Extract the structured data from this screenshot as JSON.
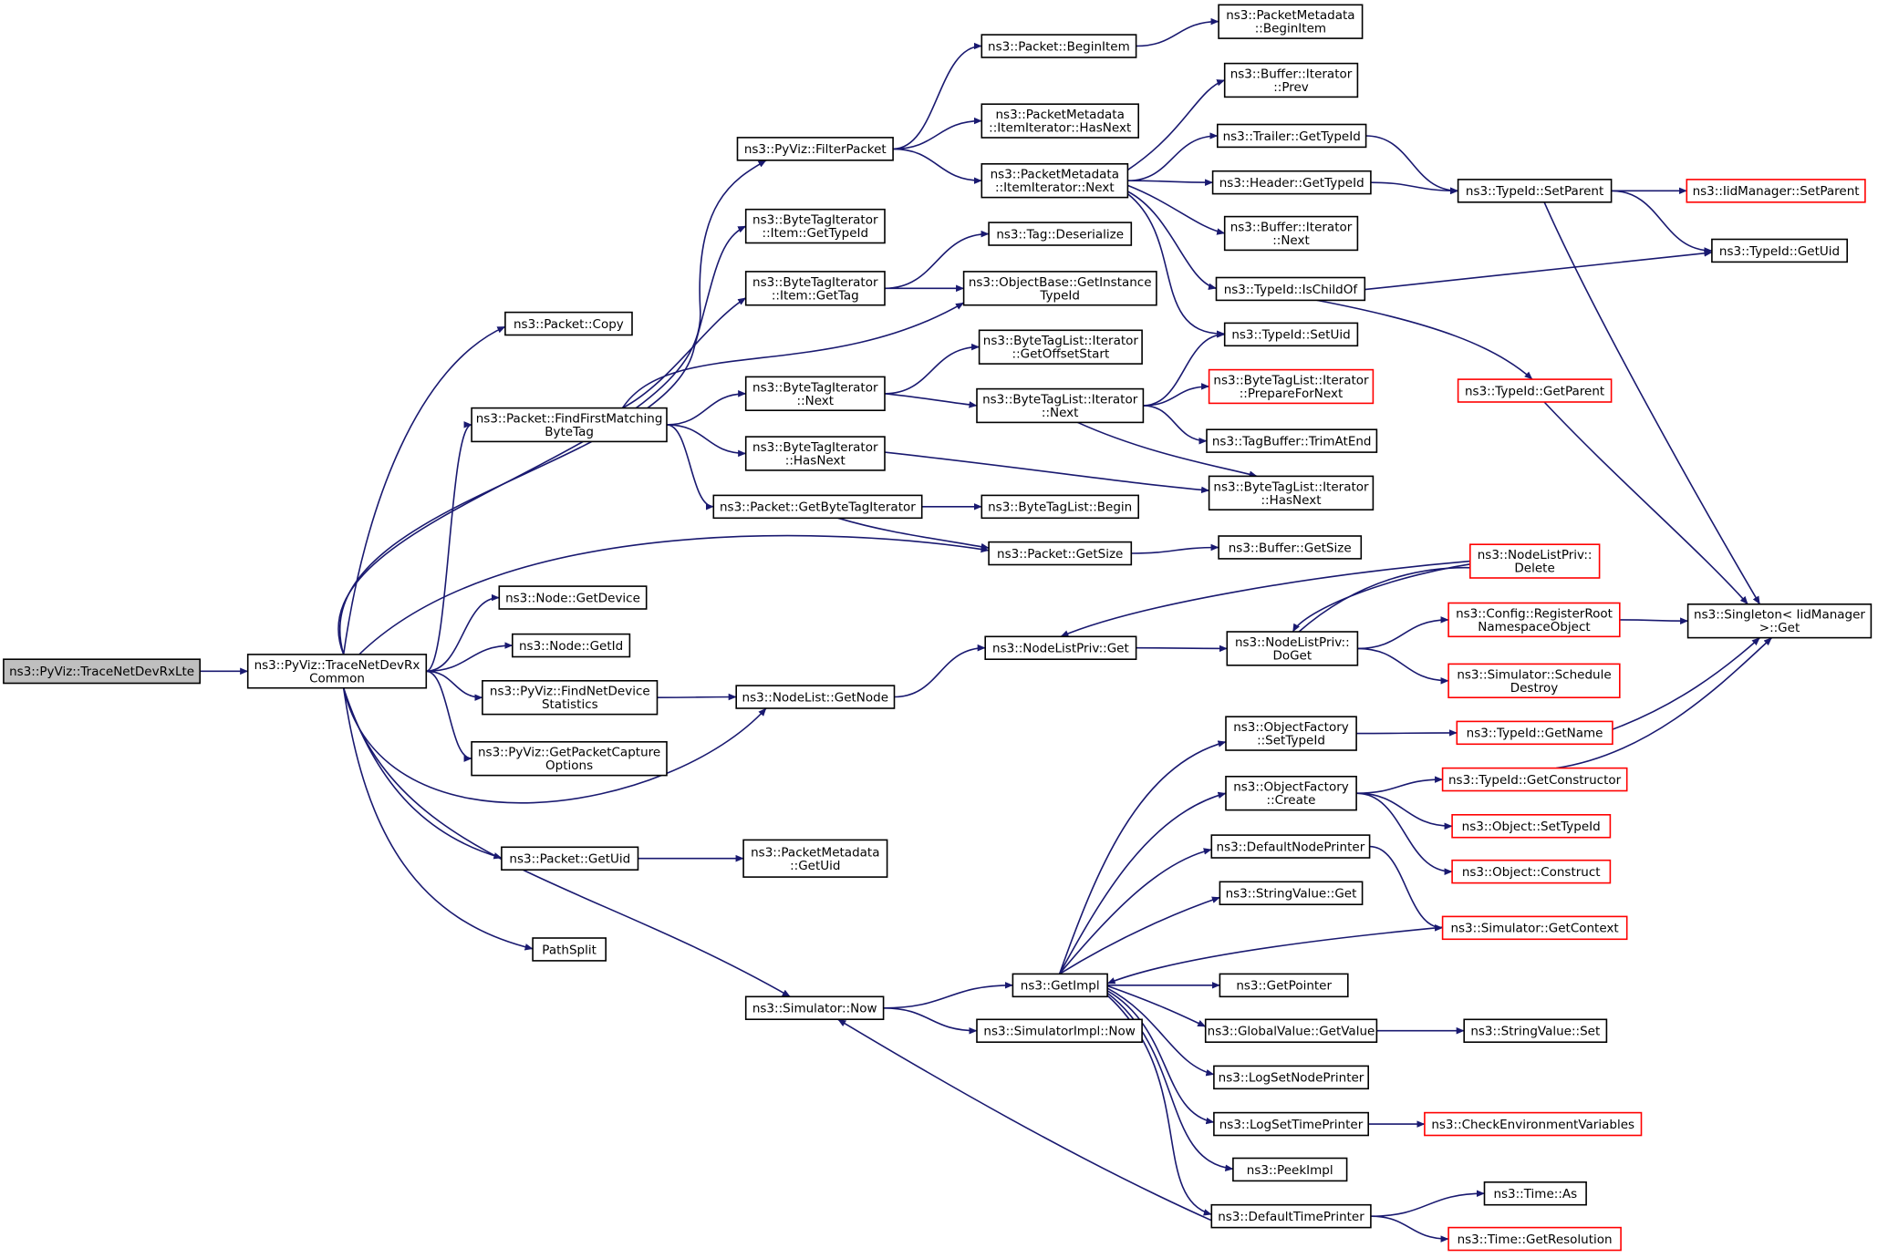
{
  "diagram": {
    "title": "",
    "nodes": [
      {
        "id": "root",
        "label": [
          "ns3::PyViz::TraceNetDevRxLte"
        ],
        "style": "root"
      },
      {
        "id": "common",
        "label": [
          "ns3::PyViz::TraceNetDevRx",
          "Common"
        ],
        "style": "normal"
      },
      {
        "id": "copy",
        "label": [
          "ns3::Packet::Copy"
        ],
        "style": "normal"
      },
      {
        "id": "ffmbt",
        "label": [
          "ns3::Packet::FindFirstMatching",
          "ByteTag"
        ],
        "style": "normal"
      },
      {
        "id": "getdevice",
        "label": [
          "ns3::Node::GetDevice"
        ],
        "style": "normal"
      },
      {
        "id": "getid",
        "label": [
          "ns3::Node::GetId"
        ],
        "style": "normal"
      },
      {
        "id": "findnds",
        "label": [
          "ns3::PyViz::FindNetDevice",
          "Statistics"
        ],
        "style": "normal"
      },
      {
        "id": "gpco",
        "label": [
          "ns3::PyViz::GetPacketCapture",
          "Options"
        ],
        "style": "normal"
      },
      {
        "id": "getuid",
        "label": [
          "ns3::Packet::GetUid"
        ],
        "style": "normal"
      },
      {
        "id": "pathsplit",
        "label": [
          "PathSplit"
        ],
        "style": "normal"
      },
      {
        "id": "filterpacket",
        "label": [
          "ns3::PyViz::FilterPacket"
        ],
        "style": "normal"
      },
      {
        "id": "btiitemgettypeid",
        "label": [
          "ns3::ByteTagIterator",
          "::Item::GetTypeId"
        ],
        "style": "normal"
      },
      {
        "id": "btiitemgettag",
        "label": [
          "ns3::ByteTagIterator",
          "::Item::GetTag"
        ],
        "style": "normal"
      },
      {
        "id": "btinext",
        "label": [
          "ns3::ByteTagIterator",
          "::Next"
        ],
        "style": "normal"
      },
      {
        "id": "btihasnext",
        "label": [
          "ns3::ByteTagIterator",
          "::HasNext"
        ],
        "style": "normal"
      },
      {
        "id": "getbti",
        "label": [
          "ns3::Packet::GetByteTagIterator"
        ],
        "style": "normal"
      },
      {
        "id": "getsize",
        "label": [
          "ns3::Packet::GetSize"
        ],
        "style": "normal"
      },
      {
        "id": "nodelistgetnode",
        "label": [
          "ns3::NodeList::GetNode"
        ],
        "style": "normal"
      },
      {
        "id": "pmgetuid",
        "label": [
          "ns3::PacketMetadata",
          "::GetUid"
        ],
        "style": "normal"
      },
      {
        "id": "simnow",
        "label": [
          "ns3::Simulator::Now"
        ],
        "style": "normal"
      },
      {
        "id": "beginitem",
        "label": [
          "ns3::Packet::BeginItem"
        ],
        "style": "normal"
      },
      {
        "id": "pmiihasnext",
        "label": [
          "ns3::PacketMetadata",
          "::ItemIterator::HasNext"
        ],
        "style": "normal"
      },
      {
        "id": "pmiinext",
        "label": [
          "ns3::PacketMetadata",
          "::ItemIterator::Next"
        ],
        "style": "normal"
      },
      {
        "id": "tagdeser",
        "label": [
          "ns3::Tag::Deserialize"
        ],
        "style": "normal"
      },
      {
        "id": "obgit",
        "label": [
          "ns3::ObjectBase::GetInstance",
          "TypeId"
        ],
        "style": "normal"
      },
      {
        "id": "btlitgos",
        "label": [
          "ns3::ByteTagList::Iterator",
          "::GetOffsetStart"
        ],
        "style": "normal"
      },
      {
        "id": "btlitnext",
        "label": [
          "ns3::ByteTagList::Iterator",
          "::Next"
        ],
        "style": "normal"
      },
      {
        "id": "btlbegin",
        "label": [
          "ns3::ByteTagList::Begin"
        ],
        "style": "normal"
      },
      {
        "id": "nlpget",
        "label": [
          "ns3::NodeListPriv::Get"
        ],
        "style": "normal"
      },
      {
        "id": "getimpl",
        "label": [
          "ns3::GetImpl"
        ],
        "style": "normal"
      },
      {
        "id": "simimplnow",
        "label": [
          "ns3::SimulatorImpl::Now"
        ],
        "style": "normal"
      },
      {
        "id": "pmbeginitem",
        "label": [
          "ns3::PacketMetadata",
          "::BeginItem"
        ],
        "style": "normal"
      },
      {
        "id": "bufitprev",
        "label": [
          "ns3::Buffer::Iterator",
          "::Prev"
        ],
        "style": "normal"
      },
      {
        "id": "trailergettypeid",
        "label": [
          "ns3::Trailer::GetTypeId"
        ],
        "style": "normal"
      },
      {
        "id": "headergettypeid",
        "label": [
          "ns3::Header::GetTypeId"
        ],
        "style": "normal"
      },
      {
        "id": "bufitnext",
        "label": [
          "ns3::Buffer::Iterator",
          "::Next"
        ],
        "style": "normal"
      },
      {
        "id": "ischildof",
        "label": [
          "ns3::TypeId::IsChildOf"
        ],
        "style": "normal"
      },
      {
        "id": "setuid",
        "label": [
          "ns3::TypeId::SetUid"
        ],
        "style": "normal"
      },
      {
        "id": "btlitpfn",
        "label": [
          "ns3::ByteTagList::Iterator",
          "::PrepareForNext"
        ],
        "style": "red"
      },
      {
        "id": "tagbuftrim",
        "label": [
          "ns3::TagBuffer::TrimAtEnd"
        ],
        "style": "normal"
      },
      {
        "id": "btlithasnext",
        "label": [
          "ns3::ByteTagList::Iterator",
          "::HasNext"
        ],
        "style": "normal"
      },
      {
        "id": "bufgetsize",
        "label": [
          "ns3::Buffer::GetSize"
        ],
        "style": "normal"
      },
      {
        "id": "nlpdoget",
        "label": [
          "ns3::NodeListPriv::",
          "DoGet"
        ],
        "style": "normal"
      },
      {
        "id": "ofsettypeid",
        "label": [
          "ns3::ObjectFactory",
          "::SetTypeId"
        ],
        "style": "normal"
      },
      {
        "id": "ofcreate",
        "label": [
          "ns3::ObjectFactory",
          "::Create"
        ],
        "style": "normal"
      },
      {
        "id": "defnodeprinter",
        "label": [
          "ns3::DefaultNodePrinter"
        ],
        "style": "normal"
      },
      {
        "id": "stringvalueget",
        "label": [
          "ns3::StringValue::Get"
        ],
        "style": "normal"
      },
      {
        "id": "getpointer",
        "label": [
          "ns3::GetPointer"
        ],
        "style": "normal"
      },
      {
        "id": "gvgetvalue",
        "label": [
          "ns3::GlobalValue::GetValue"
        ],
        "style": "normal"
      },
      {
        "id": "logsetnodeprinter",
        "label": [
          "ns3::LogSetNodePrinter"
        ],
        "style": "normal"
      },
      {
        "id": "logsettimeprinter",
        "label": [
          "ns3::LogSetTimePrinter"
        ],
        "style": "normal"
      },
      {
        "id": "peekimpl",
        "label": [
          "ns3::PeekImpl"
        ],
        "style": "normal"
      },
      {
        "id": "deftimeprinter",
        "label": [
          "ns3::DefaultTimePrinter"
        ],
        "style": "normal"
      },
      {
        "id": "setparent",
        "label": [
          "ns3::TypeId::SetParent"
        ],
        "style": "normal"
      },
      {
        "id": "getparent",
        "label": [
          "ns3::TypeId::GetParent"
        ],
        "style": "red"
      },
      {
        "id": "nlpdelete",
        "label": [
          "ns3::NodeListPriv::",
          "Delete"
        ],
        "style": "red"
      },
      {
        "id": "cfgregroot",
        "label": [
          "ns3::Config::RegisterRoot",
          "NamespaceObject"
        ],
        "style": "red"
      },
      {
        "id": "simschedestroy",
        "label": [
          "ns3::Simulator::Schedule",
          "Destroy"
        ],
        "style": "red"
      },
      {
        "id": "typeidgetname",
        "label": [
          "ns3::TypeId::GetName"
        ],
        "style": "red"
      },
      {
        "id": "typeidgetctor",
        "label": [
          "ns3::TypeId::GetConstructor"
        ],
        "style": "red"
      },
      {
        "id": "objsettypeid",
        "label": [
          "ns3::Object::SetTypeId"
        ],
        "style": "red"
      },
      {
        "id": "objconstruct",
        "label": [
          "ns3::Object::Construct"
        ],
        "style": "red"
      },
      {
        "id": "simgetcontext",
        "label": [
          "ns3::Simulator::GetContext"
        ],
        "style": "red"
      },
      {
        "id": "stringvalueset",
        "label": [
          "ns3::StringValue::Set"
        ],
        "style": "normal"
      },
      {
        "id": "checkenv",
        "label": [
          "ns3::CheckEnvironmentVariables"
        ],
        "style": "red"
      },
      {
        "id": "timeas",
        "label": [
          "ns3::Time::As"
        ],
        "style": "normal"
      },
      {
        "id": "timegetres",
        "label": [
          "ns3::Time::GetResolution"
        ],
        "style": "red"
      },
      {
        "id": "iidsetparent",
        "label": [
          "ns3::IidManager::SetParent"
        ],
        "style": "red"
      },
      {
        "id": "typeidgetuid",
        "label": [
          "ns3::TypeId::GetUid"
        ],
        "style": "normal"
      },
      {
        "id": "singletonget",
        "label": [
          "ns3::Singleton< IidManager",
          " >::Get"
        ],
        "style": "normal"
      }
    ],
    "edges": [
      [
        "root",
        "common"
      ],
      [
        "common",
        "copy"
      ],
      [
        "common",
        "ffmbt"
      ],
      [
        "common",
        "getdevice"
      ],
      [
        "common",
        "getid"
      ],
      [
        "common",
        "findnds"
      ],
      [
        "common",
        "gpco"
      ],
      [
        "common",
        "getuid"
      ],
      [
        "common",
        "pathsplit"
      ],
      [
        "common",
        "filterpacket"
      ],
      [
        "common",
        "btiitemgettypeid"
      ],
      [
        "common",
        "getsize"
      ],
      [
        "common",
        "nodelistgetnode"
      ],
      [
        "common",
        "simnow"
      ],
      [
        "ffmbt",
        "btiitemgettag"
      ],
      [
        "ffmbt",
        "obgit"
      ],
      [
        "ffmbt",
        "btinext"
      ],
      [
        "ffmbt",
        "btihasnext"
      ],
      [
        "ffmbt",
        "getbti"
      ],
      [
        "filterpacket",
        "beginitem"
      ],
      [
        "filterpacket",
        "pmiihasnext"
      ],
      [
        "filterpacket",
        "pmiinext"
      ],
      [
        "beginitem",
        "pmbeginitem"
      ],
      [
        "pmiinext",
        "bufitprev"
      ],
      [
        "pmiinext",
        "trailergettypeid"
      ],
      [
        "pmiinext",
        "headergettypeid"
      ],
      [
        "pmiinext",
        "bufitnext"
      ],
      [
        "pmiinext",
        "ischildof"
      ],
      [
        "pmiinext",
        "setuid"
      ],
      [
        "btiitemgettag",
        "tagdeser"
      ],
      [
        "btiitemgettag",
        "obgit"
      ],
      [
        "btinext",
        "btlitgos"
      ],
      [
        "btinext",
        "btlitnext"
      ],
      [
        "btlitnext",
        "setuid"
      ],
      [
        "btlitnext",
        "btlitpfn"
      ],
      [
        "btlitnext",
        "tagbuftrim"
      ],
      [
        "btlitnext",
        "btlithasnext"
      ],
      [
        "btihasnext",
        "btlithasnext"
      ],
      [
        "getbti",
        "btlbegin"
      ],
      [
        "getbti",
        "getsize"
      ],
      [
        "getsize",
        "bufgetsize"
      ],
      [
        "findnds",
        "nodelistgetnode"
      ],
      [
        "nodelistgetnode",
        "nlpget"
      ],
      [
        "getuid",
        "pmgetuid"
      ],
      [
        "nlpget",
        "nlpdoget"
      ],
      [
        "nlpdoget",
        "nlpdelete"
      ],
      [
        "nlpdoget",
        "cfgregroot"
      ],
      [
        "nlpdoget",
        "simschedestroy"
      ],
      [
        "nlpdelete",
        "nlpget"
      ],
      [
        "nlpdelete",
        "nlpdoget"
      ],
      [
        "cfgregroot",
        "singletonget"
      ],
      [
        "simnow",
        "getimpl"
      ],
      [
        "simnow",
        "simimplnow"
      ],
      [
        "getimpl",
        "ofsettypeid"
      ],
      [
        "getimpl",
        "ofcreate"
      ],
      [
        "getimpl",
        "defnodeprinter"
      ],
      [
        "getimpl",
        "stringvalueget"
      ],
      [
        "getimpl",
        "getpointer"
      ],
      [
        "getimpl",
        "gvgetvalue"
      ],
      [
        "getimpl",
        "logsetnodeprinter"
      ],
      [
        "getimpl",
        "logsettimeprinter"
      ],
      [
        "getimpl",
        "peekimpl"
      ],
      [
        "getimpl",
        "deftimeprinter"
      ],
      [
        "ofsettypeid",
        "typeidgetname"
      ],
      [
        "ofcreate",
        "typeidgetctor"
      ],
      [
        "ofcreate",
        "objsettypeid"
      ],
      [
        "ofcreate",
        "objconstruct"
      ],
      [
        "defnodeprinter",
        "simgetcontext"
      ],
      [
        "simgetcontext",
        "getimpl"
      ],
      [
        "gvgetvalue",
        "stringvalueset"
      ],
      [
        "logsettimeprinter",
        "checkenv"
      ],
      [
        "deftimeprinter",
        "simnow"
      ],
      [
        "deftimeprinter",
        "timeas"
      ],
      [
        "deftimeprinter",
        "timegetres"
      ],
      [
        "trailergettypeid",
        "setparent"
      ],
      [
        "headergettypeid",
        "setparent"
      ],
      [
        "setparent",
        "iidsetparent"
      ],
      [
        "setparent",
        "typeidgetuid"
      ],
      [
        "setparent",
        "singletonget"
      ],
      [
        "ischildof",
        "typeidgetuid"
      ],
      [
        "ischildof",
        "getparent"
      ],
      [
        "getparent",
        "singletonget"
      ],
      [
        "typeidgetname",
        "singletonget"
      ],
      [
        "typeidgetctor",
        "singletonget"
      ]
    ]
  }
}
